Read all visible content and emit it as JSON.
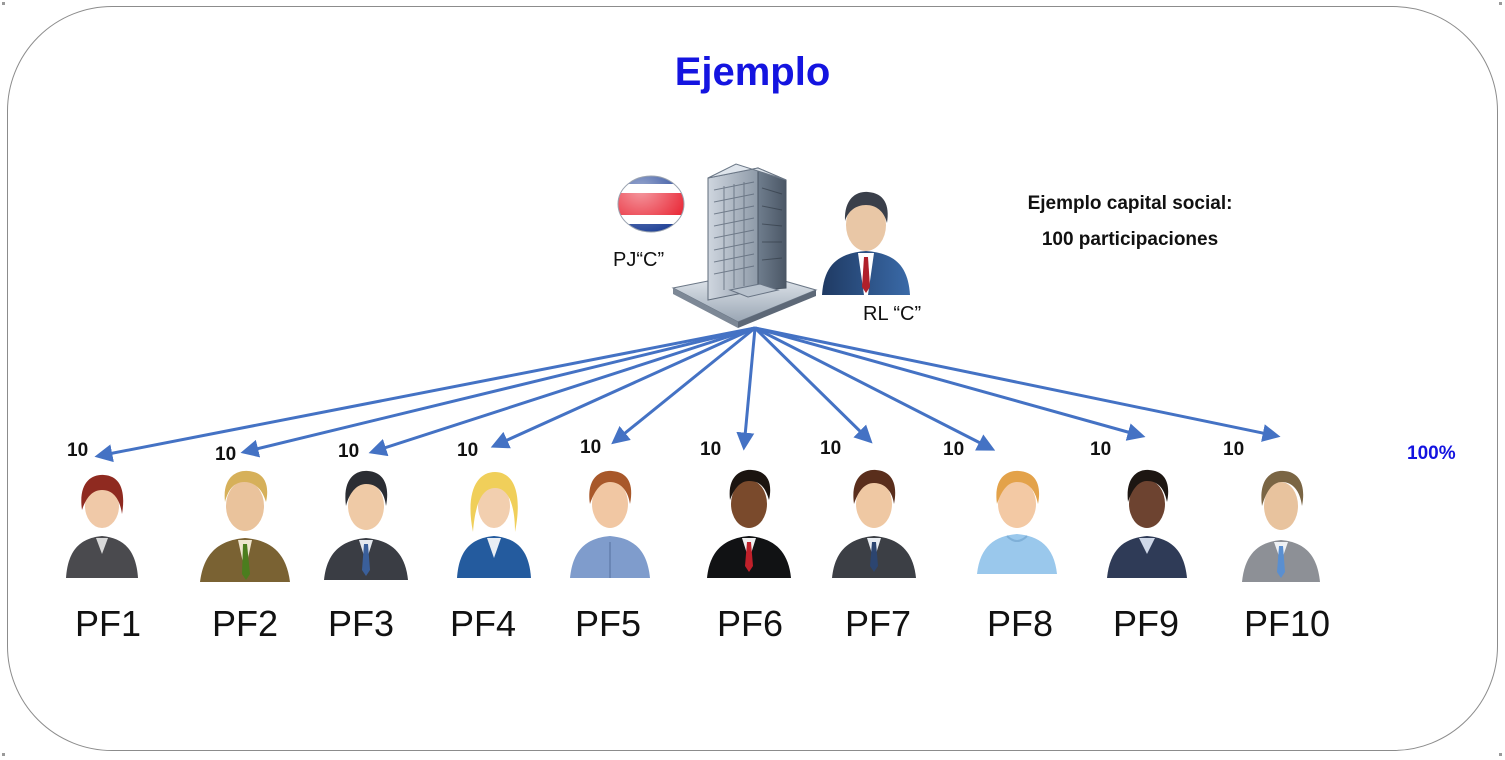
{
  "title": "Ejemplo",
  "info": {
    "line1": "Ejemplo capital social:",
    "line2": "100 participaciones"
  },
  "company": {
    "label": "PJ“C”",
    "flag": "costa-rica-flag-icon",
    "representative_label": "RL “C”"
  },
  "total": "100%",
  "colors": {
    "title": "#1414e0",
    "arrow": "#4472c4",
    "total": "#1414e0"
  },
  "holders": [
    {
      "name": "PF1",
      "share": "10",
      "icon": "person-female-icon"
    },
    {
      "name": "PF2",
      "share": "10",
      "icon": "person-male-icon"
    },
    {
      "name": "PF3",
      "share": "10",
      "icon": "person-male-icon"
    },
    {
      "name": "PF4",
      "share": "10",
      "icon": "person-female-icon"
    },
    {
      "name": "PF5",
      "share": "10",
      "icon": "person-male-icon"
    },
    {
      "name": "PF6",
      "share": "10",
      "icon": "person-male-icon"
    },
    {
      "name": "PF7",
      "share": "10",
      "icon": "person-male-icon"
    },
    {
      "name": "PF8",
      "share": "10",
      "icon": "person-child-icon"
    },
    {
      "name": "PF9",
      "share": "10",
      "icon": "person-male-icon"
    },
    {
      "name": "PF10",
      "share": "10",
      "icon": "person-male-icon"
    }
  ]
}
